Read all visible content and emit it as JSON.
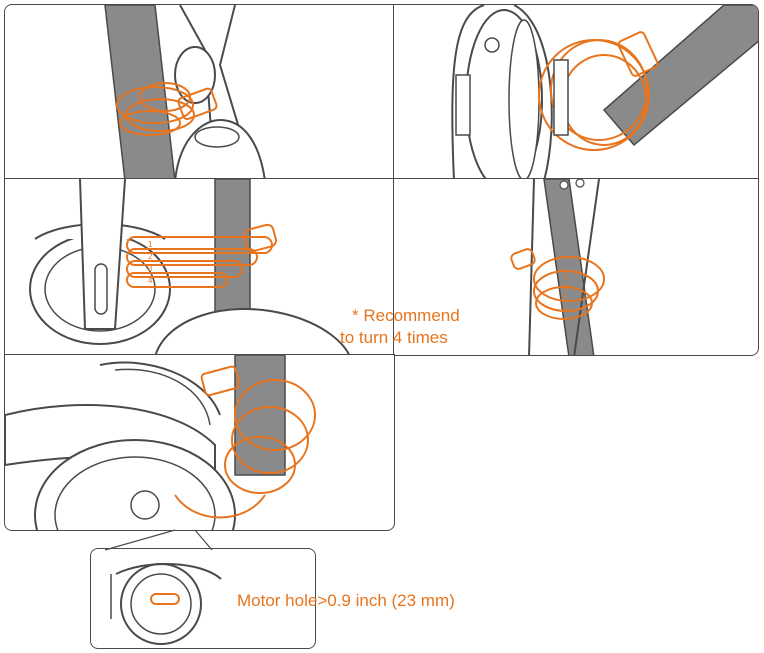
{
  "annotations": {
    "recommend_line1": "* Recommend",
    "recommend_line2": "to turn 4 times",
    "motor_hole": "Motor hole>0.9 inch (23 mm)"
  },
  "coil_numbers": [
    "1",
    "2",
    "3",
    "4"
  ],
  "colors": {
    "accent": "#e8741e",
    "outline": "#4a4a4a",
    "pole": "#8a8a8a",
    "background": "#ffffff"
  }
}
